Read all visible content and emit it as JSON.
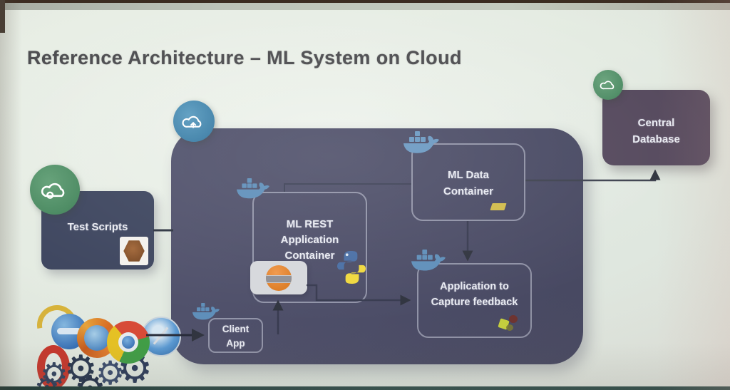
{
  "slide": {
    "title": "Reference Architecture – ML System on Cloud"
  },
  "nodes": {
    "test_scripts": {
      "label": "Test Scripts"
    },
    "ml_rest_container": {
      "label": "ML REST Application Container"
    },
    "ml_data_container": {
      "label": "ML Data Container"
    },
    "feedback_app": {
      "label": "Application to Capture feedback"
    },
    "client_app": {
      "label": "Client App"
    },
    "central_database": {
      "label": "Central Database"
    }
  },
  "icons": {
    "test_scripts_badge": "green-cloud-icon",
    "container_badge": "blue-cloud-upload-icon",
    "central_db_badge": "green-cloud-icon",
    "node_corner_icon": "docker-whale-icon",
    "test_scripts_logo": "maven-hexagon-icon",
    "ml_rest_logos": [
      "jupyter-icon",
      "python-logo-icon"
    ],
    "ml_data_logo": "yellow-db-chip-icon",
    "feedback_logo": "colored-dots-logo-icon",
    "client_sources": [
      "ie-icon",
      "firefox-icon",
      "chrome-icon",
      "safari-icon",
      "opera-icon"
    ],
    "automation": "gears-icon"
  },
  "colors": {
    "slide_bg": "#e7eee5",
    "container_fill": "#4d4e68",
    "node_fill": "#3f4760",
    "central_db_fill": "#564a5e",
    "node_border": "#cbcedc",
    "node_text": "#e9ebf2",
    "title_text": "#4d4d50",
    "cloud_green": "#4a8a61",
    "cloud_blue": "#3d80a8",
    "docker_blue": "#5f8fba",
    "python_blue": "#4a6fa5",
    "python_yellow": "#f0d93e",
    "connector": "#33374a"
  }
}
